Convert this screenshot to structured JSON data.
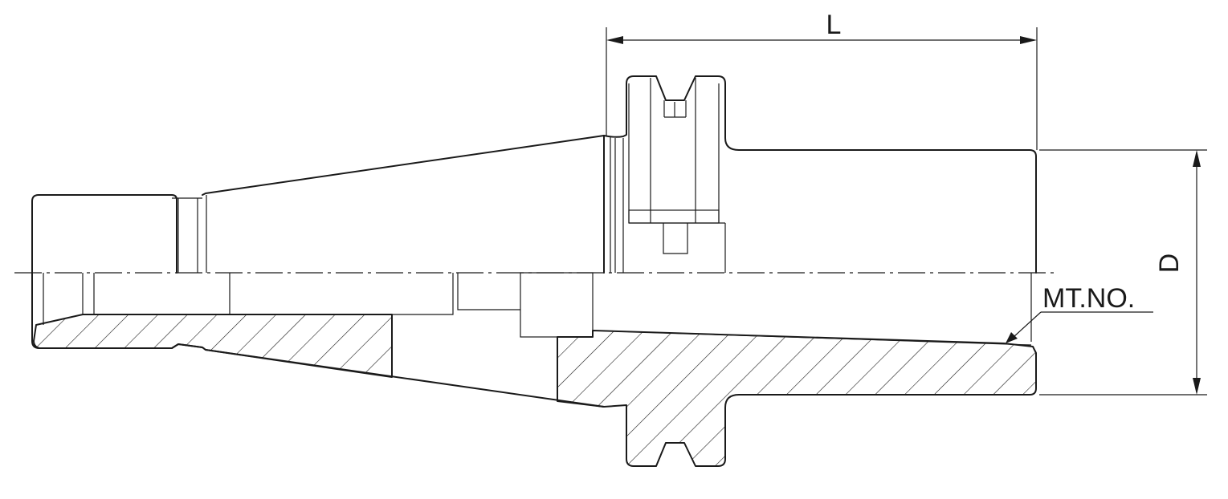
{
  "dimensions": {
    "length_label": "L",
    "diameter_label": "D",
    "taper_label": "MT.NO."
  },
  "colors": {
    "line": "#1a1a1a",
    "background": "#ffffff"
  }
}
